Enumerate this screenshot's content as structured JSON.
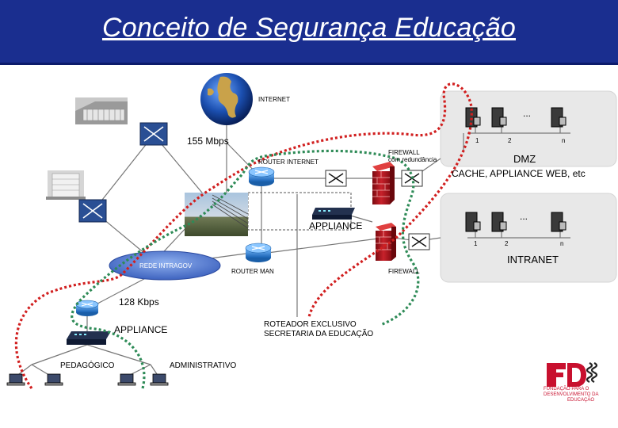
{
  "title": "Conceito de Segurança Educação",
  "labels": {
    "internet": "INTERNET",
    "speed_155": "155 Mbps",
    "router_internet": "ROUTER INTERNET",
    "firewall_top": "FIREWALL",
    "firewall_top_sub": "com redundância",
    "dmz": "DMZ",
    "dmz_sub": "CACHE, APPLIANCE  WEB, etc",
    "appliance_mid": "APPLIANCE",
    "intranet": "INTRANET",
    "rede_intragov": "REDE INTRAGOV",
    "router_man": "ROUTER MAN",
    "firewall_bottom": "FIREWALL",
    "speed_128": "128 Kbps",
    "appliance_bottom": "APPLIANCE",
    "roteador_exclusivo_line1": "ROTEADOR EXCLUSIVO",
    "roteador_exclusivo_line2": "SECRETARIA DA EDUCAÇÃO",
    "pedagogico": "PEDAGÓGICO",
    "administrativo": "ADMINISTRATIVO",
    "dmz_ellipsis": "...",
    "dmz_n1": "1",
    "dmz_n2": "2",
    "dmz_nn": "n",
    "intranet_ellipsis": "...",
    "intranet_n1": "1",
    "intranet_n2": "2",
    "intranet_nn": "n",
    "logo_text": "FDE",
    "logo_caption_line1": "FUNDAÇÃO PARA O",
    "logo_caption_line2": "DESENVOLVIMENTO DA",
    "logo_caption_line3": "EDUCAÇÃO"
  },
  "colors": {
    "header_bg": "#1a2e8f",
    "path_red": "#d11f1f",
    "path_green": "#2e8b57",
    "firewall": "#b5121b",
    "router": "#2a7fd0",
    "intragov_cloud": "#4a70c9",
    "logo_red": "#c8102e"
  }
}
